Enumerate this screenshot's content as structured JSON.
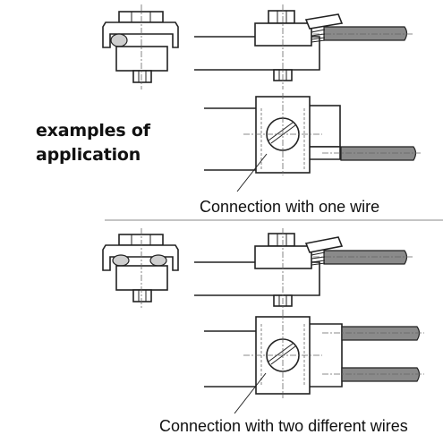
{
  "heading": {
    "line1": "examples of",
    "line2": "application"
  },
  "captions": {
    "one_wire": "Connection with one wire",
    "two_wires": "Connection with two different wires"
  },
  "colors": {
    "wire_insulation": "#8a8a8a",
    "line": "#222222"
  }
}
